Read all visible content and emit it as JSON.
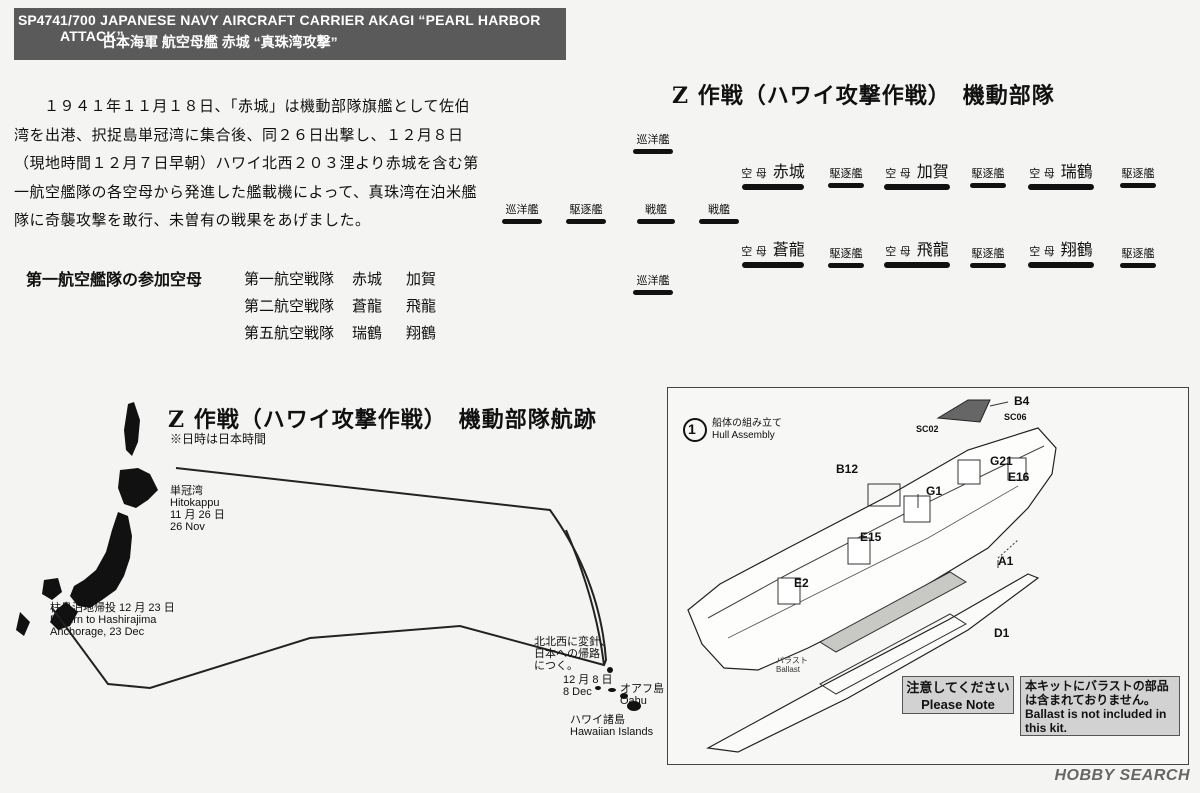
{
  "header": {
    "code": "SP474",
    "title_en": "1/700 JAPANESE NAVY AIRCRAFT CARRIER AKAGI “PEARL HARBOR ATTACK”",
    "title_jp": "日本海軍 航空母艦 赤城 “真珠湾攻撃”"
  },
  "intro": {
    "paragraph": "１９４１年１１月１８日、「赤城」は機動部隊旗艦として佐伯湾を出港、択捉島単冠湾に集合後、同２６日出撃し、１２月８日（現地時間１２月７日早朝）ハワイ北西２０３浬より赤城を含む第一航空艦隊の各空母から発進した艦載機によって、真珠湾在泊米艦隊に奇襲攻撃を敢行、未曽有の戦果をあげました。"
  },
  "carriers": {
    "label": "第一航空艦隊の参加空母",
    "divisions": [
      {
        "name": "第一航空戦隊",
        "ship1": "赤城",
        "ship2": "加賀"
      },
      {
        "name": "第二航空戦隊",
        "ship1": "蒼龍",
        "ship2": "飛龍"
      },
      {
        "name": "第五航空戦隊",
        "ship1": "瑞鶴",
        "ship2": "翔鶴"
      }
    ]
  },
  "fleet": {
    "title": "Z 作戦（ハワイ攻撃作戦）　機動部隊",
    "cruiser": "巡洋艦",
    "destroyer": "駆逐艦",
    "battleship": "戦艦",
    "carrier_type": "空 母",
    "row1": [
      "赤城",
      "加賀",
      "瑞鶴"
    ],
    "row2": [
      "蒼龍",
      "飛龍",
      "翔鶴"
    ]
  },
  "route": {
    "title": "Z 作戦（ハワイ攻撃作戦）　機動部隊航跡",
    "note": "※日時は日本時間",
    "hitokappu": [
      "単冠湾",
      "Hitokappu",
      "11 月 26 日",
      "26 Nov"
    ],
    "hashirajima": [
      "柱島泊地帰投 12 月 23 日",
      "Return to Hashirajima",
      "Anchorage, 23 Dec"
    ],
    "turn": [
      "北北西に変針、",
      "日本への帰路",
      "につく。"
    ],
    "dec8": [
      "12 月 8 日",
      "8 Dec"
    ],
    "oahu": [
      "オアフ島",
      "Oahu"
    ],
    "hawaii": [
      "ハワイ諸島",
      "Hawaiian Islands"
    ]
  },
  "assembly": {
    "step": "1",
    "step_jp": "船体の組み立て",
    "step_en": "Hull Assembly",
    "parts": {
      "b4": "B4",
      "sc06": "SC06",
      "sc02": "SC02",
      "g21": "G21",
      "e16": "E16",
      "b12": "B12",
      "g1": "G1",
      "e15": "E15",
      "a1": "A1",
      "e2": "E2",
      "d1": "D1"
    },
    "ballast_jp": "バラスト",
    "ballast_en": "Ballast",
    "note_jp": "注意してください",
    "note_en": "Please Note",
    "note_body_jp": "本キットにバラストの部品は含まれておりません。",
    "note_body_en": "Ballast is not included in this kit."
  },
  "watermark": {
    "text": "HOBBY SEARCH"
  },
  "colors": {
    "banner": "#5a5a5a",
    "note_bg": "#d2d2d2",
    "ink": "#111111"
  }
}
